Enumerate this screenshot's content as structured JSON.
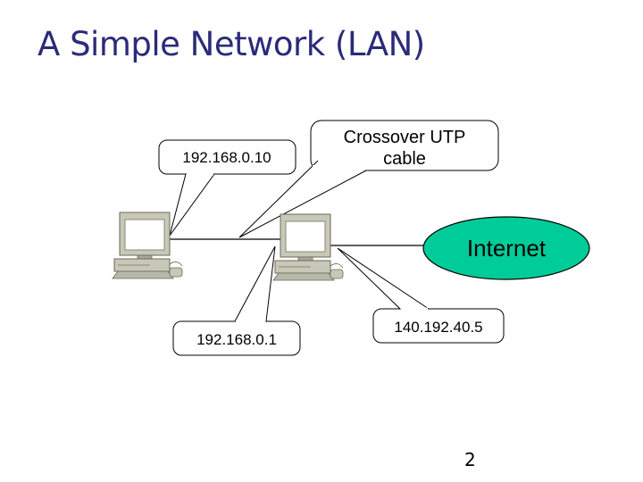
{
  "slide": {
    "title": "A Simple Network (LAN)",
    "page_number": "2"
  },
  "diagram": {
    "callouts": {
      "pc_left_ip": "192.168.0.10",
      "cable_line1": "Crossover UTP",
      "cable_line2": "cable",
      "pc_right_lan_ip": "192.168.0.1",
      "pc_right_internet_ip": "140.192.40.5"
    },
    "internet_label": "Internet",
    "colors": {
      "title": "#2b2b7a",
      "internet_fill": "#00cc99",
      "computer_body": "#c8c8b8",
      "computer_screen": "#ffffff"
    }
  }
}
